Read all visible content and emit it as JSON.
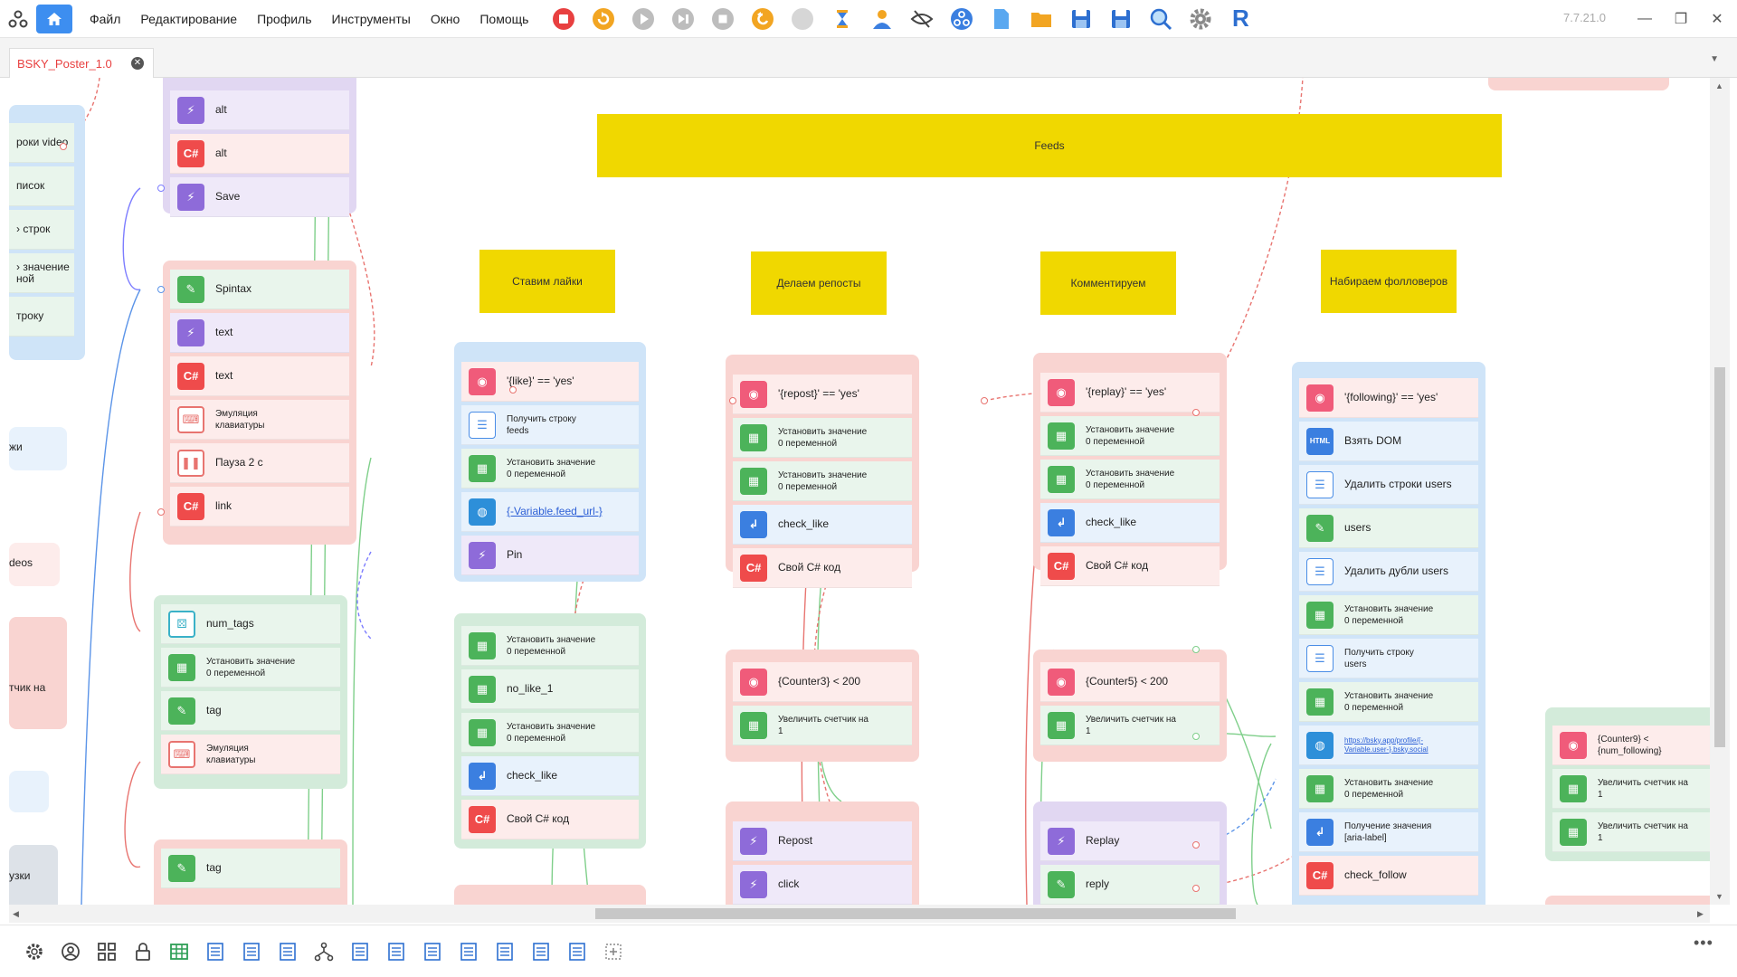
{
  "app": {
    "menu": [
      "Файл",
      "Редактирование",
      "Профиль",
      "Инструменты",
      "Окно",
      "Помощь"
    ],
    "version": "7.7.21.0",
    "tab": "BSKY_Poster_1.0"
  },
  "colors": {
    "accent": "#3d8ef0",
    "sticky": "#f0d800",
    "tab_text": "#e83f3f"
  },
  "toolbar_icons": [
    "stop-record-icon",
    "refresh-icon",
    "play-icon",
    "step-icon",
    "stop-icon",
    "undo-icon",
    "disabled-icon",
    "timer-icon",
    "user-icon",
    "hide-icon",
    "network-icon",
    "file-icon",
    "folder-icon",
    "save-icon",
    "save-as-icon",
    "search-icon",
    "settings-icon",
    "r-icon"
  ],
  "bottom_icons": [
    "gear-icon",
    "profile-icon",
    "grid-icon",
    "lock-icon",
    "table-icon",
    "list-icon",
    "list-icon",
    "list-icon",
    "tree-icon",
    "list-icon",
    "list-icon",
    "list-icon",
    "list-icon",
    "list-icon",
    "list-icon",
    "list-icon",
    "add-icon"
  ],
  "stickies": {
    "feeds": "Feeds",
    "likes": "Ставим лайки",
    "reposts": "Делаем репосты",
    "comments": "Комментируем",
    "followers": "Набираем фолловеров"
  },
  "left_edge": {
    "items": [
      "роки video",
      "писок",
      "› строк",
      "› значение\nной",
      "троку"
    ],
    "orphans": [
      "жи",
      "deos",
      "тчик на",
      "узки"
    ]
  },
  "col1_top": {
    "nodes": [
      "alt",
      "alt",
      "Save"
    ]
  },
  "col1_mid": {
    "nodes": [
      "Spintax",
      "text",
      "text",
      "Эмуляция\nклавиатуры",
      "Пауза 2 с",
      "link"
    ]
  },
  "col1_green": {
    "nodes": [
      "num_tags",
      "Установить значение\n0 переменной",
      "tag",
      "Эмуляция\nклавиатуры"
    ]
  },
  "col1_bottom": {
    "nodes": [
      "tag"
    ]
  },
  "like_group": {
    "nodes": [
      "'{like}' == 'yes'",
      "Получить строку\nfeeds",
      "Установить значение\n0 переменной",
      "{-Variable.feed_url-}",
      "Pin"
    ]
  },
  "like_group2": {
    "nodes": [
      "Установить значение\n0 переменной",
      "no_like_1",
      "Установить значение\n0 переменной",
      "check_like",
      "Свой C# код"
    ]
  },
  "repost_group": {
    "nodes": [
      "'{repost}' == 'yes'",
      "Установить значение\n0 переменной",
      "Установить значение\n0 переменной",
      "check_like",
      "Свой C# код"
    ]
  },
  "repost_counter": {
    "nodes": [
      "{Counter3} < 200",
      "Увеличить счетчик на\n1"
    ]
  },
  "repost_actions": {
    "nodes": [
      "Repost",
      "click"
    ]
  },
  "comment_group": {
    "nodes": [
      "'{replay}' == 'yes'",
      "Установить значение\n0 переменной",
      "Установить значение\n0 переменной",
      "check_like",
      "Свой C# код"
    ]
  },
  "comment_counter": {
    "nodes": [
      "{Counter5} < 200",
      "Увеличить счетчик на\n1"
    ]
  },
  "comment_actions": {
    "nodes": [
      "Replay",
      "reply"
    ]
  },
  "follow_group": {
    "nodes": [
      "'{following}' == 'yes'",
      "Взять DOM",
      "Удалить строки users",
      "users",
      "Удалить дубли users",
      "Установить значение\n0 переменной",
      "Получить строку\nusers",
      "Установить значение\n0 переменной",
      "https://bsky.app/profile/{-\nVariable.user-}.bsky.social",
      "Установить значение\n0 переменной",
      "Получение значения\n[aria-label]",
      "check_follow"
    ]
  },
  "follow_counter": {
    "nodes": [
      "{Counter9} <\n{num_following}",
      "Увеличить счетчик на\n1",
      "Увеличить счетчик на\n1"
    ]
  }
}
